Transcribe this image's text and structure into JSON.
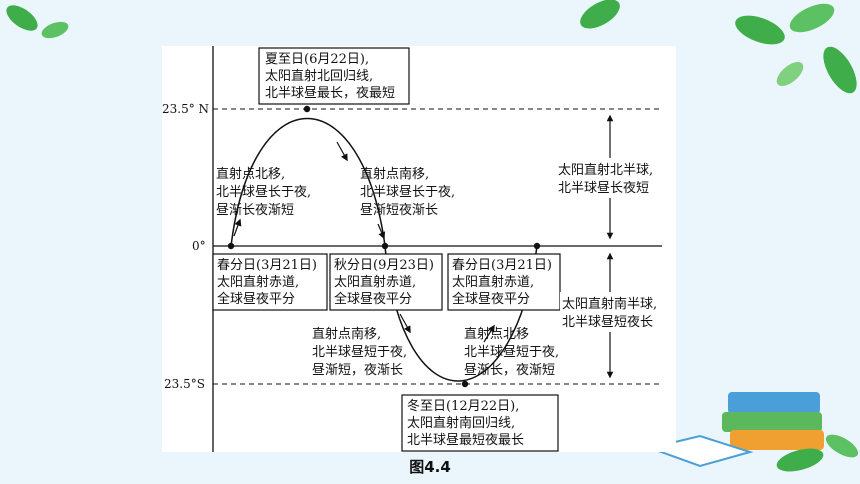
{
  "figure_caption": "图4.4",
  "axis_labels": {
    "north": "23.5° N",
    "equator": "0°",
    "south": "23.5°S"
  },
  "boxes": {
    "summer_solstice": [
      "夏至日(6月22日),",
      "太阳直射北回归线,",
      "北半球昼最长，夜最短"
    ],
    "spring_equinox_1": [
      "春分日(3月21日)",
      "太阳直射赤道,",
      "全球昼夜平分"
    ],
    "autumn_equinox": [
      "秋分日(9月23日)",
      "太阳直射赤道,",
      "全球昼夜平分"
    ],
    "spring_equinox_2": [
      "春分日(3月21日)",
      "太阳直射赤道,",
      "全球昼夜平分"
    ],
    "winter_solstice": [
      "冬至日(12月22日),",
      "太阳直射南回归线,",
      "北半球昼最短夜最长"
    ]
  },
  "annotations": {
    "north_moving_1": [
      "直射点北移,",
      "北半球昼长于夜,",
      "昼渐长夜渐短"
    ],
    "south_moving_1": [
      "直射点南移,",
      "北半球昼长于夜,",
      "昼渐短夜渐长"
    ],
    "south_moving_2": [
      "直射点南移,",
      "北半球昼短于夜,",
      "昼渐短，夜渐长"
    ],
    "north_moving_2": [
      "直射点北移",
      "北半球昼短于夜,",
      "昼渐长，夜渐短"
    ]
  },
  "side_notes": {
    "north_hemisphere": [
      "太阳直射北半球,",
      "北半球昼长夜短"
    ],
    "south_hemisphere": [
      "太阳直射南半球,",
      "北半球昼短夜长"
    ]
  },
  "colors": {
    "background": "#eaf6fb",
    "leaf_green": "#3fae4a",
    "book_blue": "#4a9fd8",
    "book_green": "#5cb85c",
    "book_orange": "#f0a030"
  }
}
